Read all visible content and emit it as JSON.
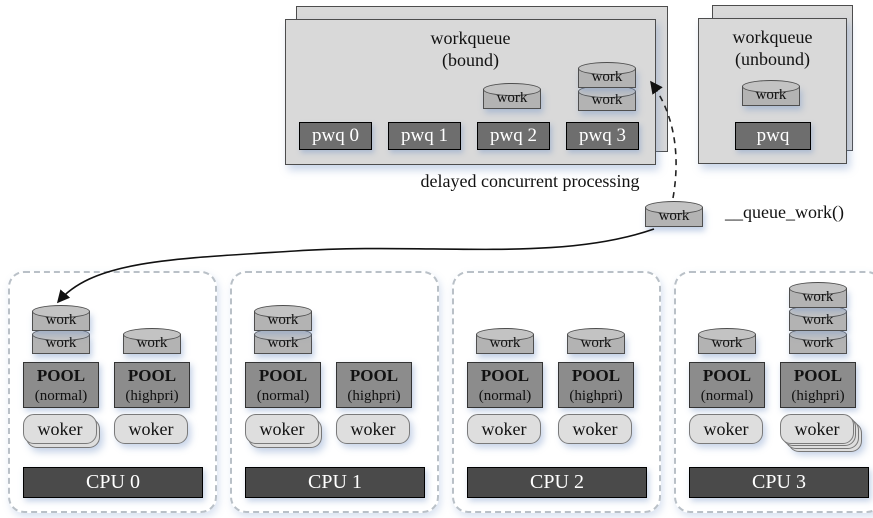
{
  "colors": {
    "canvas-bg": "#ffffff",
    "wq-fill": "#d9d9d9",
    "wq-border": "#4d4d4d",
    "pwq-fill": "#6e6e6e",
    "pool-fill": "#8c8c8c",
    "cyl-fill": "#b3b3b3",
    "cyl-top-fill": "#c3c3c3",
    "worker-fill": "#dedede",
    "cpu-fill": "#4a4a4a",
    "dash-border": "#b9c0c7",
    "arrow-color": "#1a1a1a",
    "text-dark": "#111111",
    "text-light": "#ffffff"
  },
  "bound_workqueue": {
    "title": "workqueue",
    "subtitle": "(bound)",
    "single_work": {
      "label": "work",
      "count": 1
    },
    "work_stack": {
      "label": "work",
      "count": 2
    },
    "pwqs": [
      "pwq 0",
      "pwq 1",
      "pwq 2",
      "pwq 3"
    ],
    "caption": "delayed concurrent processing"
  },
  "unbound_workqueue": {
    "title": "workqueue",
    "subtitle": "(unbound)",
    "work": {
      "label": "work",
      "count": 1
    },
    "pwq_label": "pwq"
  },
  "queue_work": {
    "work": {
      "label": "work",
      "count": 1
    },
    "function_label": "__queue_work()"
  },
  "cpu_section": {
    "work_label": "work",
    "pool_title": "POOL",
    "worker_label": "woker",
    "cpus": [
      {
        "label": "CPU 0",
        "pools": [
          {
            "subtitle": "(normal)",
            "work_count": 2,
            "worker_layers": 2
          },
          {
            "subtitle": "(highpri)",
            "work_count": 1,
            "worker_layers": 1
          }
        ]
      },
      {
        "label": "CPU 1",
        "pools": [
          {
            "subtitle": "(normal)",
            "work_count": 2,
            "worker_layers": 2
          },
          {
            "subtitle": "(highpri)",
            "work_count": 0,
            "worker_layers": 1
          }
        ]
      },
      {
        "label": "CPU 2",
        "pools": [
          {
            "subtitle": "(normal)",
            "work_count": 1,
            "worker_layers": 1
          },
          {
            "subtitle": "(highpri)",
            "work_count": 1,
            "worker_layers": 1
          }
        ]
      },
      {
        "label": "CPU 3",
        "pools": [
          {
            "subtitle": "(normal)",
            "work_count": 1,
            "worker_layers": 1
          },
          {
            "subtitle": "(highpri)",
            "work_count": 3,
            "worker_layers": 4
          }
        ]
      }
    ]
  }
}
